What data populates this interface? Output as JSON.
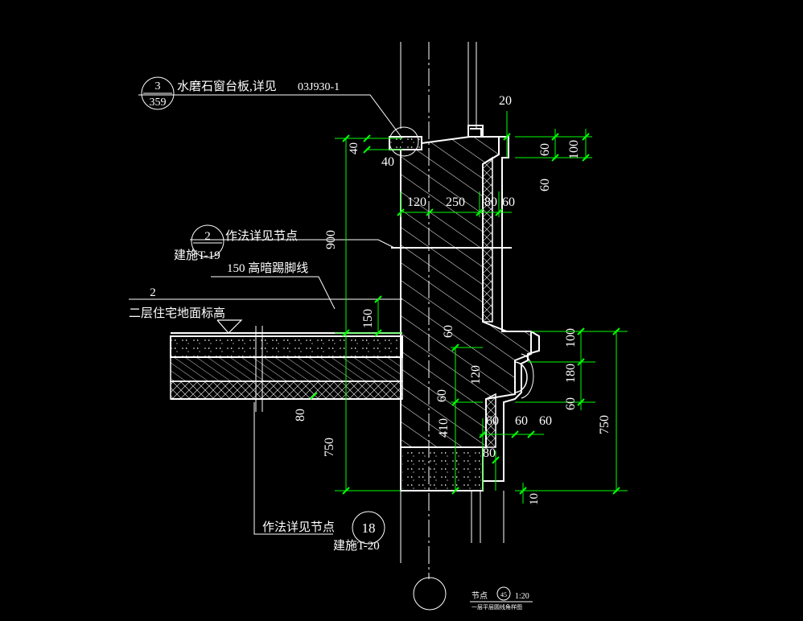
{
  "labels": {
    "callout_top_num": "3",
    "callout_top_den": "359",
    "callout_top_text": "水磨石窗台板,详见",
    "callout_top_ref": "03J930-1",
    "callout_mid_num": "2",
    "callout_mid_text": "作法详见节点",
    "callout_mid_ref": "建施T-19",
    "skirting": "150 高暗踢脚线",
    "floor_num": "2",
    "floor_text": "二层住宅地面标高",
    "callout_bot_text": "作法详见节点",
    "callout_bot_num": "18",
    "callout_bot_ref": "建施T-20",
    "title_text": "节点",
    "title_num": "45",
    "title_scale": "1:20",
    "title_sub": "一层平层圆线角样图"
  },
  "dims": {
    "d20": "20",
    "d40a": "40",
    "d40b": "40",
    "d60a": "60",
    "d100a": "100",
    "d60b": "60",
    "d120a": "120",
    "d250": "250",
    "d80a": "80",
    "d60c": "60",
    "d900": "900",
    "d150": "150",
    "d60d": "60",
    "d120b": "120",
    "d60e": "60",
    "d410": "410",
    "d80b": "80",
    "d750a": "750",
    "d100b": "100",
    "d180": "180",
    "d60f": "60",
    "d60g": "60",
    "d60h": "60",
    "d60i": "60",
    "d80c": "80",
    "d10": "10",
    "d750b": "750"
  },
  "colors": {
    "background": "#000000",
    "line": "#ffffff",
    "dimension": "#00ff00",
    "text": "#ffffff"
  }
}
